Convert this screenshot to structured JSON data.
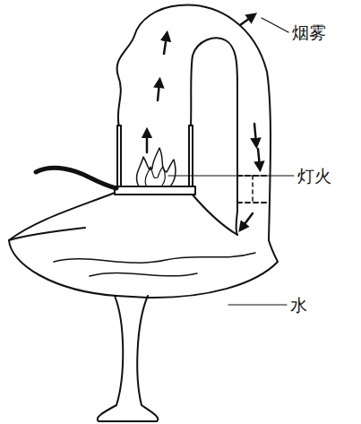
{
  "diagram": {
    "labels": [
      "烟雾",
      "灯火",
      "水"
    ]
  }
}
